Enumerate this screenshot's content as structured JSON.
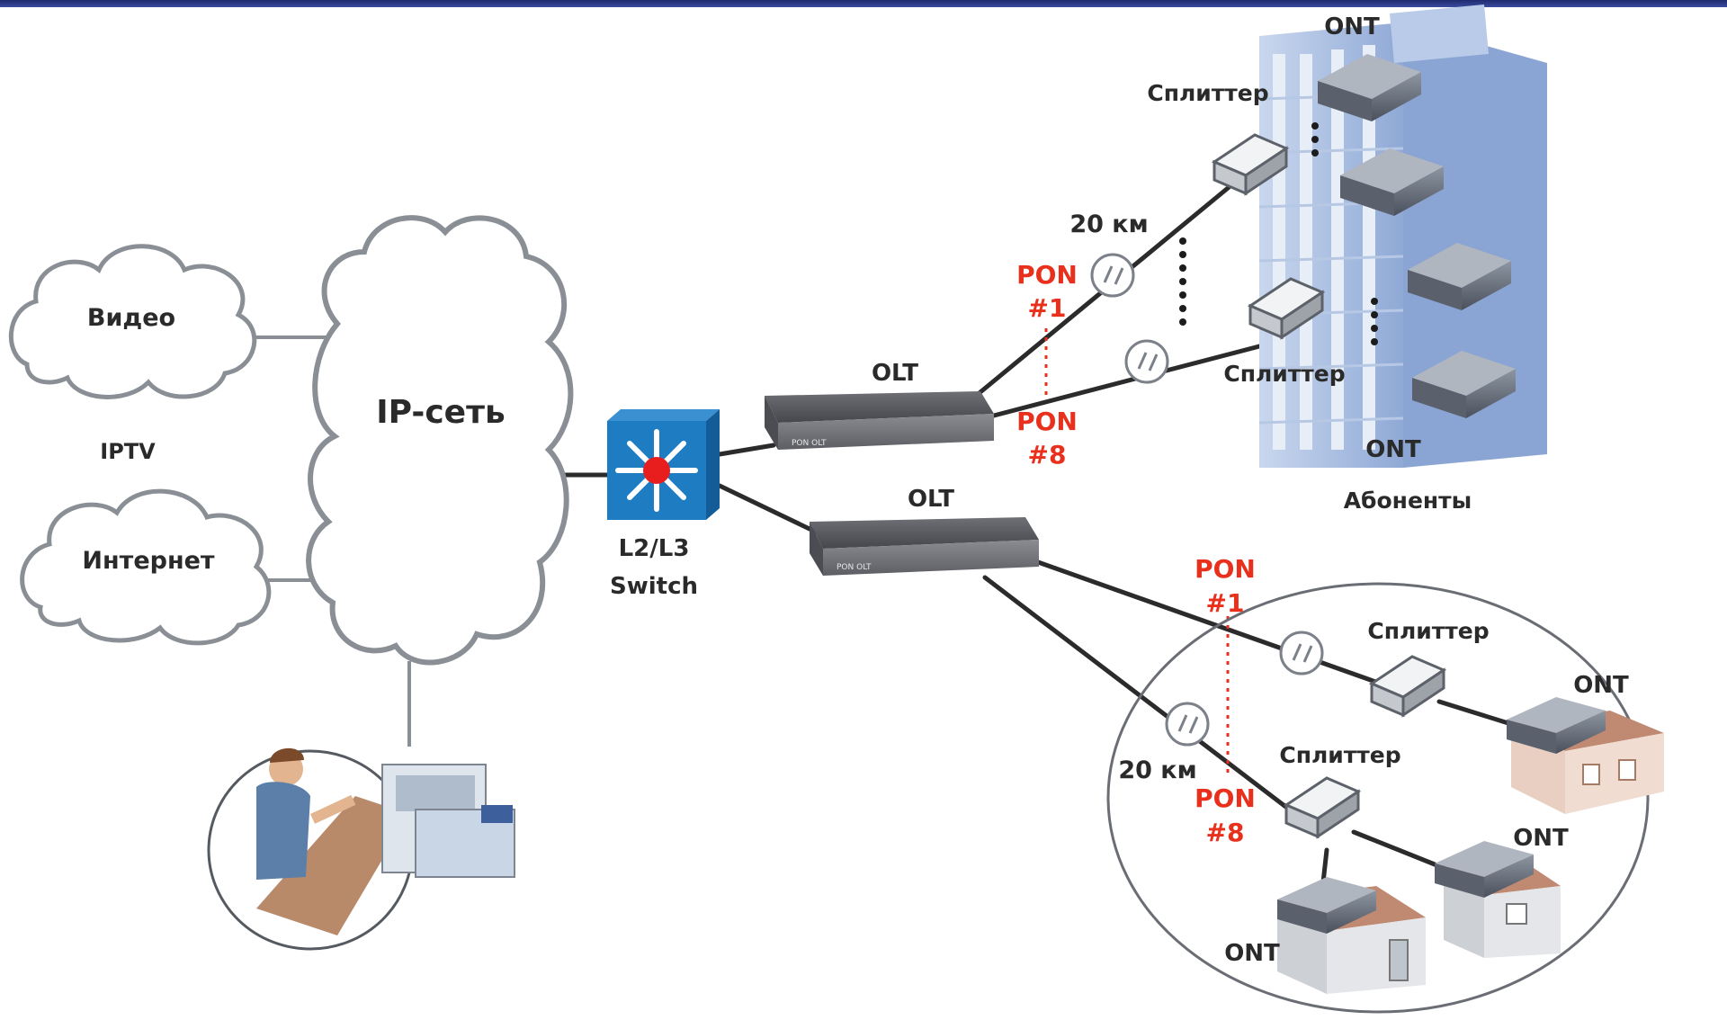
{
  "clouds": {
    "video": "Видео",
    "iptv": "IPTV",
    "internet": "Интернет",
    "ip_network": "IP-сеть"
  },
  "switch": {
    "line1": "L2/L3",
    "line2": "Switch"
  },
  "olt": {
    "top": "OLT",
    "bottom": "OLT",
    "port_text": "PON OLT"
  },
  "top_branch": {
    "distance": "20 км",
    "pon_first": [
      "PON",
      "#1"
    ],
    "pon_last": [
      "PON",
      "#8"
    ],
    "splitter_upper": "Сплиттер",
    "splitter_lower": "Сплиттер",
    "ont_top": "ONT",
    "ont_bottom": "ONT",
    "subscribers": "Абоненты"
  },
  "bottom_branch": {
    "pon_first": [
      "PON",
      "#1"
    ],
    "pon_last": [
      "PON",
      "#8"
    ],
    "distance": "20 км",
    "splitter_upper": "Сплиттер",
    "splitter_lower": "Сплиттер",
    "ont_right": "ONT",
    "ont_middle": "ONT",
    "ont_bottom": "ONT"
  },
  "colors": {
    "topbar": "#2b3685",
    "pon_label": "#e8301c",
    "switch": "#1d7cc2",
    "building": "#9db6dc"
  }
}
